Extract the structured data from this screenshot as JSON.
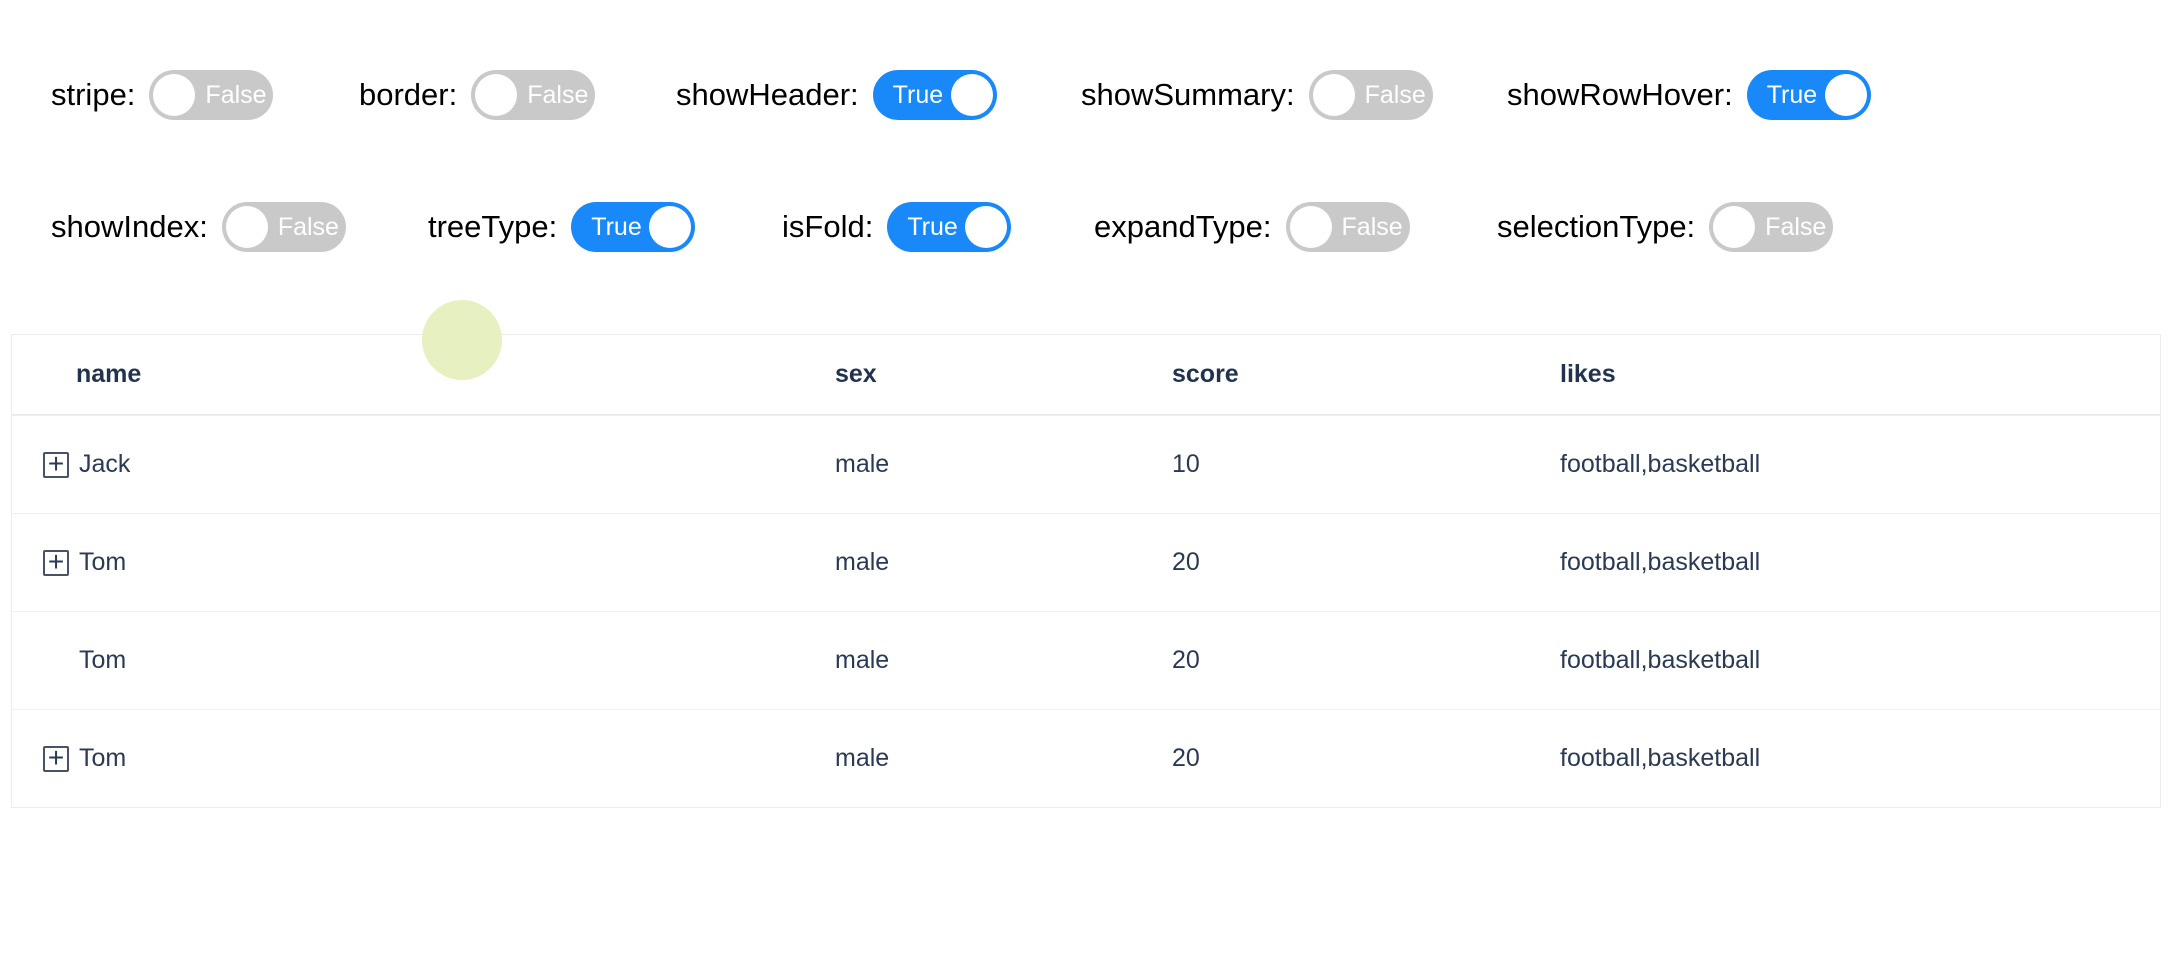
{
  "colors": {
    "toggle_on": "#1989fa",
    "toggle_off": "#c9c9c9",
    "table_text": "#2a3a55",
    "table_border": "#ececec",
    "click_highlight": "#e6efbd"
  },
  "icons": {
    "expand_plus": "+"
  },
  "controls": {
    "row1": [
      {
        "label": "stripe:",
        "value": false,
        "state_label": "False"
      },
      {
        "label": "border:",
        "value": false,
        "state_label": "False"
      },
      {
        "label": "showHeader:",
        "value": true,
        "state_label": "True"
      },
      {
        "label": "showSummary:",
        "value": false,
        "state_label": "False"
      },
      {
        "label": "showRowHover:",
        "value": true,
        "state_label": "True"
      }
    ],
    "row2": [
      {
        "label": "showIndex:",
        "value": false,
        "state_label": "False"
      },
      {
        "label": "treeType:",
        "value": true,
        "state_label": "True"
      },
      {
        "label": "isFold:",
        "value": true,
        "state_label": "True"
      },
      {
        "label": "expandType:",
        "value": false,
        "state_label": "False"
      },
      {
        "label": "selectionType:",
        "value": false,
        "state_label": "False"
      }
    ]
  },
  "table": {
    "columns": [
      "name",
      "sex",
      "score",
      "likes"
    ],
    "rows": [
      {
        "expandable": true,
        "name": "Jack",
        "sex": "male",
        "score": "10",
        "likes": "football,basketball"
      },
      {
        "expandable": true,
        "name": "Tom",
        "sex": "male",
        "score": "20",
        "likes": "football,basketball"
      },
      {
        "expandable": false,
        "name": "Tom",
        "sex": "male",
        "score": "20",
        "likes": "football,basketball"
      },
      {
        "expandable": true,
        "name": "Tom",
        "sex": "male",
        "score": "20",
        "likes": "football,basketball"
      }
    ]
  }
}
